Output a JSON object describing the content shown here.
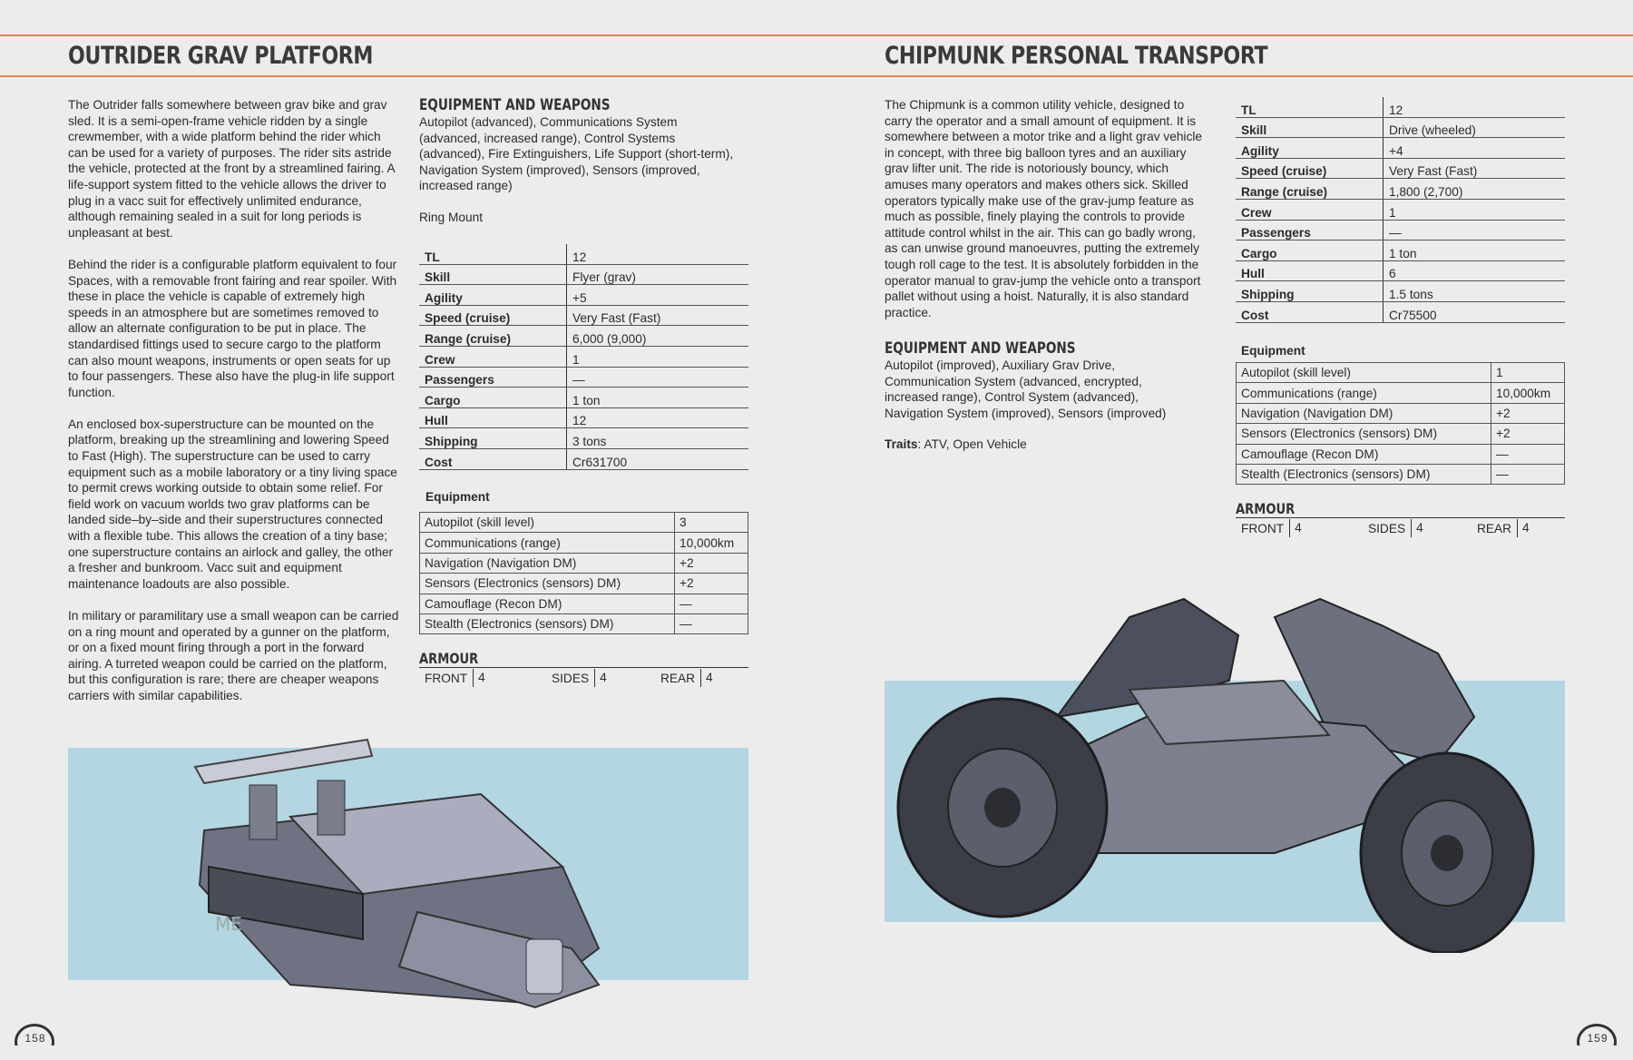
{
  "colors": {
    "rule": "#e0824a",
    "panel": "#b3d6e2",
    "background": "#ececec"
  },
  "left": {
    "title": "OUTRIDER GRAV PLATFORM",
    "paragraphs": [
      "The Outrider falls somewhere between grav bike and grav sled. It is a semi-open-frame vehicle ridden by a single crewmember, with a wide platform behind the rider which can be used for a variety of purposes. The rider sits astride the vehicle, protected at the front by a streamlined fairing. A life-support system fitted to the vehicle allows the driver to plug in a vacc suit for effectively unlimited endurance, although remaining sealed in a suit for long periods is unpleasant at best.",
      "Behind the rider is a configurable platform equivalent to four Spaces, with a removable front fairing and rear spoiler. With these in place the vehicle is capable of extremely high speeds in an atmosphere but are sometimes removed to allow an alternate configuration to be put in place. The standardised fittings used to secure cargo to the platform can also mount weapons, instruments or open seats for up to four passengers. These also have the plug-in life support function.",
      "An enclosed box-superstructure can be mounted on the platform, breaking up the streamlining and lowering Speed to Fast (High). The superstructure can be used to carry equipment such as a mobile laboratory or a tiny living space to permit crews working outside to obtain some relief. For field work on vacuum worlds two grav platforms can be landed side–by–side and their superstructures connected with a flexible tube. This allows the creation of a tiny base; one superstructure contains an airlock and galley, the other a fresher and bunkroom. Vacc suit and equipment maintenance loadouts are also possible.",
      "In military or paramilitary use a small weapon can be carried on a ring mount and operated by a gunner on the platform, or on a fixed mount firing through a port in the forward airing. A turreted weapon could be carried on the platform, but this configuration is rare; there are cheaper weapons carriers with similar capabilities."
    ],
    "equipment_heading": "EQUIPMENT AND WEAPONS",
    "equipment_text": "Autopilot (advanced), Communications System (advanced, increased range), Control Systems (advanced), Fire Extinguishers, Life Support (short-term), Navigation System (improved), Sensors (improved, increased range)",
    "weapons_text": "Ring Mount",
    "stats": [
      {
        "k": "TL",
        "v": "12"
      },
      {
        "k": "Skill",
        "v": "Flyer (grav)"
      },
      {
        "k": "Agility",
        "v": "+5"
      },
      {
        "k": "Speed (cruise)",
        "v": "Very Fast (Fast)"
      },
      {
        "k": "Range (cruise)",
        "v": "6,000 (9,000)"
      },
      {
        "k": "Crew",
        "v": "1"
      },
      {
        "k": "Passengers",
        "v": "—"
      },
      {
        "k": "Cargo",
        "v": "1 ton"
      },
      {
        "k": "Hull",
        "v": "12"
      },
      {
        "k": "Shipping",
        "v": "3 tons"
      },
      {
        "k": "Cost",
        "v": "Cr631700"
      }
    ],
    "equipment_label": "Equipment",
    "equipment_table": [
      {
        "k": "Autopilot (skill level)",
        "v": "3"
      },
      {
        "k": "Communications (range)",
        "v": "10,000km"
      },
      {
        "k": "Navigation (Navigation DM)",
        "v": "+2"
      },
      {
        "k": "Sensors (Electronics (sensors) DM)",
        "v": "+2"
      },
      {
        "k": "Camouflage (Recon DM)",
        "v": "—"
      },
      {
        "k": "Stealth (Electronics (sensors) DM)",
        "v": "—"
      }
    ],
    "armour": {
      "heading": "ARMOUR",
      "front_label": "FRONT",
      "front": "4",
      "sides_label": "SIDES",
      "sides": "4",
      "rear_label": "REAR",
      "rear": "4"
    },
    "page_number": "158"
  },
  "right": {
    "title": "CHIPMUNK PERSONAL TRANSPORT",
    "paragraph": "The Chipmunk is a common utility vehicle, designed to carry the operator and a small amount of equipment. It is somewhere between a motor trike and a light grav vehicle in concept, with three big balloon tyres and an auxiliary grav lifter unit. The ride is notoriously bouncy, which amuses many operators and makes others sick. Skilled operators typically make use of the grav-jump feature as much as possible, finely playing the controls to provide attitude control whilst in the air. This can go badly wrong, as can unwise ground manoeuvres, putting the extremely tough roll cage to the test. It is absolutely forbidden in the operator manual to grav-jump the vehicle onto a transport pallet without using a hoist. Naturally, it is also standard practice.",
    "equipment_heading": "EQUIPMENT AND WEAPONS",
    "equipment_text": "Autopilot (improved), Auxiliary Grav Drive, Communication System (advanced, encrypted, increased range), Control System (advanced), Navigation System (improved), Sensors (improved)",
    "traits_label": "Traits",
    "traits_value": ": ATV, Open Vehicle",
    "stats": [
      {
        "k": "TL",
        "v": "12"
      },
      {
        "k": "Skill",
        "v": "Drive (wheeled)"
      },
      {
        "k": "Agility",
        "v": "+4"
      },
      {
        "k": "Speed (cruise)",
        "v": "Very Fast (Fast)"
      },
      {
        "k": "Range (cruise)",
        "v": "1,800 (2,700)"
      },
      {
        "k": "Crew",
        "v": "1"
      },
      {
        "k": "Passengers",
        "v": "—"
      },
      {
        "k": "Cargo",
        "v": "1 ton"
      },
      {
        "k": "Hull",
        "v": "6"
      },
      {
        "k": "Shipping",
        "v": "1.5 tons"
      },
      {
        "k": "Cost",
        "v": "Cr75500"
      }
    ],
    "equipment_label": "Equipment",
    "equipment_table": [
      {
        "k": "Autopilot (skill level)",
        "v": "1"
      },
      {
        "k": "Communications (range)",
        "v": "10,000km"
      },
      {
        "k": "Navigation (Navigation DM)",
        "v": "+2"
      },
      {
        "k": "Sensors (Electronics (sensors) DM)",
        "v": "+2"
      },
      {
        "k": "Camouflage (Recon DM)",
        "v": "—"
      },
      {
        "k": "Stealth (Electronics (sensors) DM)",
        "v": "—"
      }
    ],
    "armour": {
      "heading": "ARMOUR",
      "front_label": "FRONT",
      "front": "4",
      "sides_label": "SIDES",
      "sides": "4",
      "rear_label": "REAR",
      "rear": "4"
    },
    "page_number": "159"
  }
}
